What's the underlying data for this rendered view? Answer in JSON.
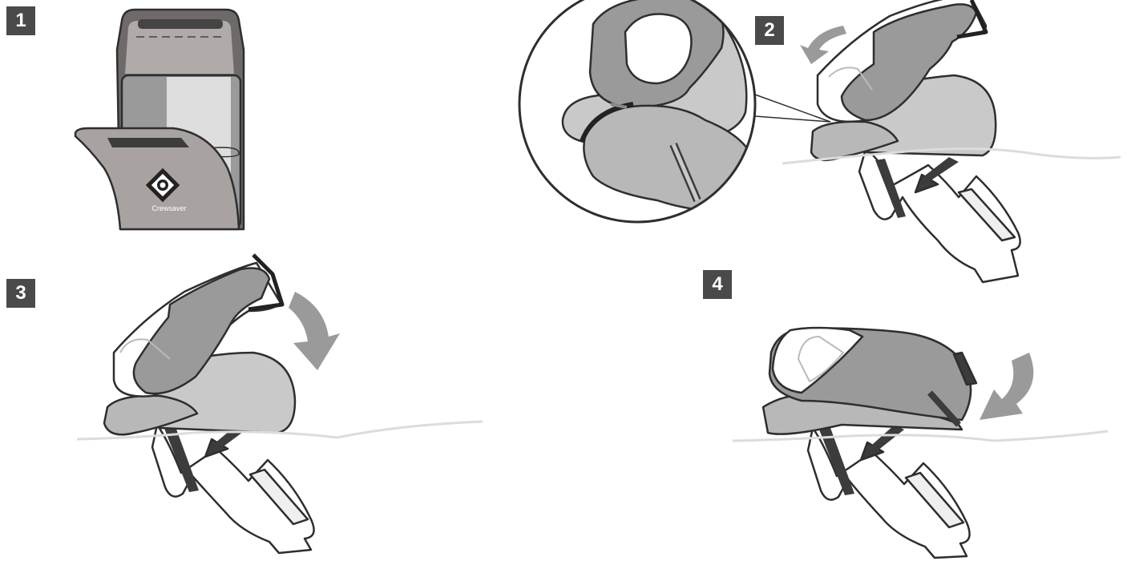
{
  "steps": [
    {
      "number": "1"
    },
    {
      "number": "2"
    },
    {
      "number": "3"
    },
    {
      "number": "4"
    }
  ],
  "brand_label": "Crewsaver",
  "colors": {
    "badge": "#4a4a4a",
    "hood_dark": "#9a9a9a",
    "hood_light": "#c9c9c9",
    "water_line": "#dcdcdc",
    "pouch": "#a8a2a0",
    "outline": "#2e2e2e"
  }
}
